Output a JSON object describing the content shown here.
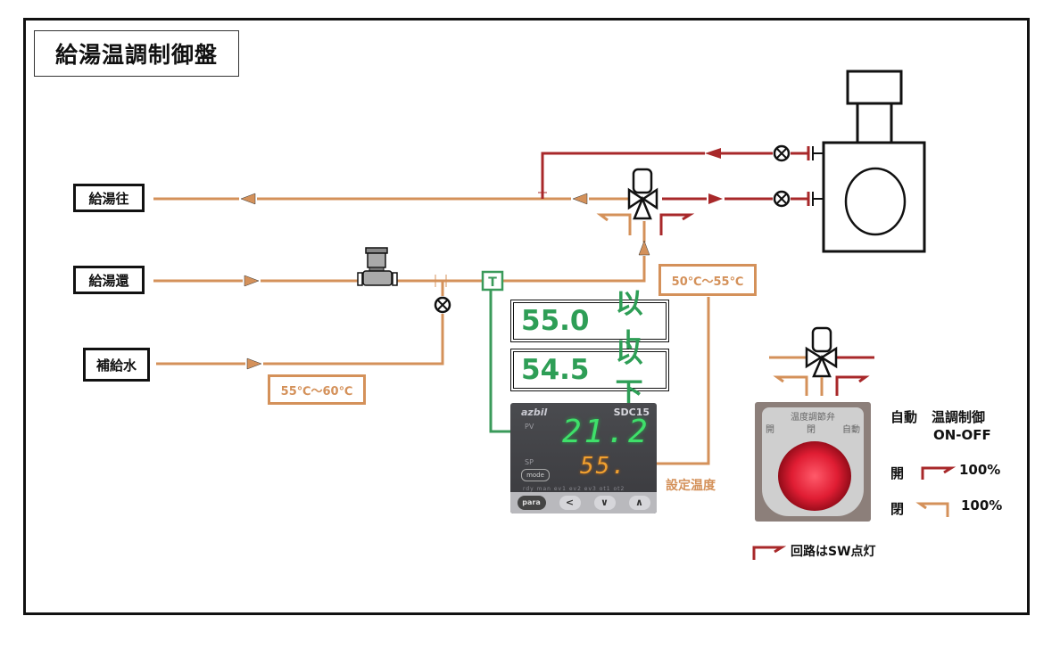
{
  "title": "給湯温調制御盤",
  "lines": {
    "supply": "給湯往",
    "return": "給湯還",
    "makeup": "補給水"
  },
  "ranges": {
    "makeup_temp": "55℃〜60℃",
    "setpoint_range": "50℃〜55℃"
  },
  "thresholds": [
    {
      "value": "55.0",
      "label": "以上"
    },
    {
      "value": "54.5",
      "label": "以下"
    }
  ],
  "controller": {
    "brand": "azbil",
    "model": "SDC15",
    "pv_label": "PV",
    "sp_label": "SP",
    "pv_value": "21.2",
    "sv_value": "55.",
    "mode_label": "mode",
    "indicators": "rdy man ev1 ev2 ev3 ot1 ot2",
    "keys": [
      "para",
      "<",
      "∨",
      "∧"
    ]
  },
  "setpoint_caption": "設定温度",
  "switch": {
    "name": "温度調節弁",
    "positions": [
      "開",
      "閉",
      "自動"
    ]
  },
  "legend": {
    "auto_label": "自動",
    "auto_desc_line1": "温調制御",
    "auto_desc_line2": "ON-OFF",
    "open_label": "開",
    "open_value": "100%",
    "close_label": "閉",
    "close_value": "100%",
    "note": "回路はSW点灯"
  },
  "colors": {
    "hot_pipe": "#a8282a",
    "warm_pipe": "#d4915a",
    "sensor": "#3a9a5a",
    "display_green": "#2e9e56"
  }
}
